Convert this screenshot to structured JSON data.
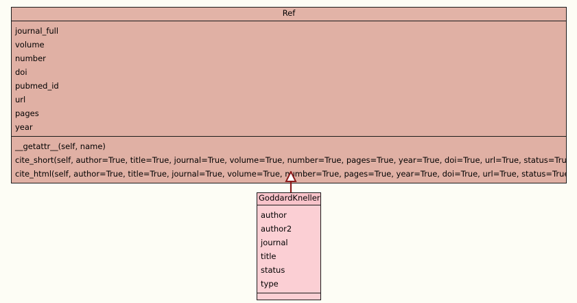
{
  "diagram": {
    "type": "uml-class-diagram",
    "background_color": "#fdfdf5",
    "classes": [
      {
        "id": "ref",
        "name": "Ref",
        "fill_color": "#e0b0a4",
        "header_fill_color": "#e2b3a7",
        "border_color": "#1a1a1a",
        "attributes": [
          "journal_full",
          "volume",
          "number",
          "doi",
          "pubmed_id",
          "url",
          "pages",
          "year"
        ],
        "methods": [
          "__getattr__(self, name)",
          "cite_short(self, author=True, title=True, journal=True, volume=True, number=True, pages=True, year=True, doi=True, url=True, status=True)",
          "cite_html(self, author=True, title=True, journal=True, volume=True, number=True, pages=True, year=True, doi=True, url=True, status=True)"
        ]
      },
      {
        "id": "goddardkneller",
        "name": "GoddardKneller",
        "fill_color": "#fbcfd4",
        "header_fill_color": "#f8c3ca",
        "border_color": "#1a1a1a",
        "attributes": [
          "author",
          "author2",
          "journal",
          "title",
          "status",
          "type"
        ],
        "methods": []
      }
    ],
    "relationships": [
      {
        "id": "generalization-ref-goddardkneller",
        "kind": "generalization",
        "from": "GoddardKneller",
        "to": "Ref",
        "line_color": "#8b1a1a",
        "arrowhead": "hollow-triangle",
        "arrowhead_fill": "#ffffff"
      }
    ]
  }
}
